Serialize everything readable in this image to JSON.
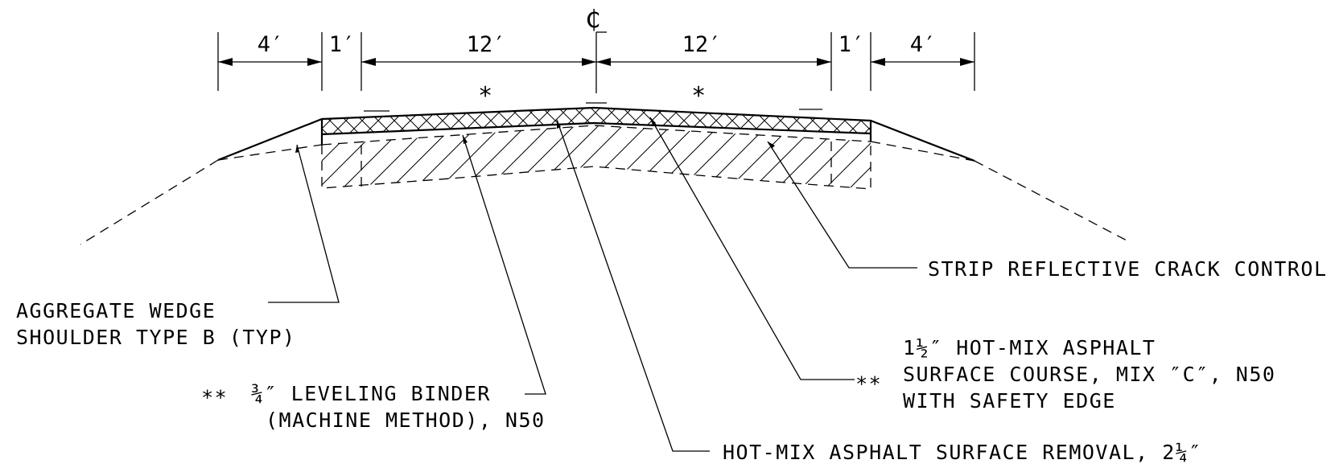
{
  "centerline_symbol": "₵",
  "dimensions": {
    "shoulder_left": "4′",
    "edge_left": "1′",
    "lane_left": "12′",
    "lane_right": "12′",
    "edge_right": "1′",
    "shoulder_right": "4′"
  },
  "lane_marks": {
    "left": "∗",
    "right": "∗"
  },
  "callouts": {
    "crack_control": "STRIP REFLECTIVE CRACK CONTROL",
    "wedge_line1": "AGGREGATE WEDGE",
    "wedge_line2": "SHOULDER TYPE B (TYP)",
    "binder_mark": "∗∗",
    "binder_line1": "¾″ LEVELING BINDER",
    "binder_line2": "(MACHINE METHOD), N50",
    "surface_mark": "∗∗",
    "surface_line1": "1½″ HOT-MIX ASPHALT",
    "surface_line2": "SURFACE COURSE, MIX ″C″, N50",
    "surface_line3": "WITH SAFETY EDGE",
    "removal": "HOT-MIX ASPHALT SURFACE REMOVAL, 2¼″"
  }
}
